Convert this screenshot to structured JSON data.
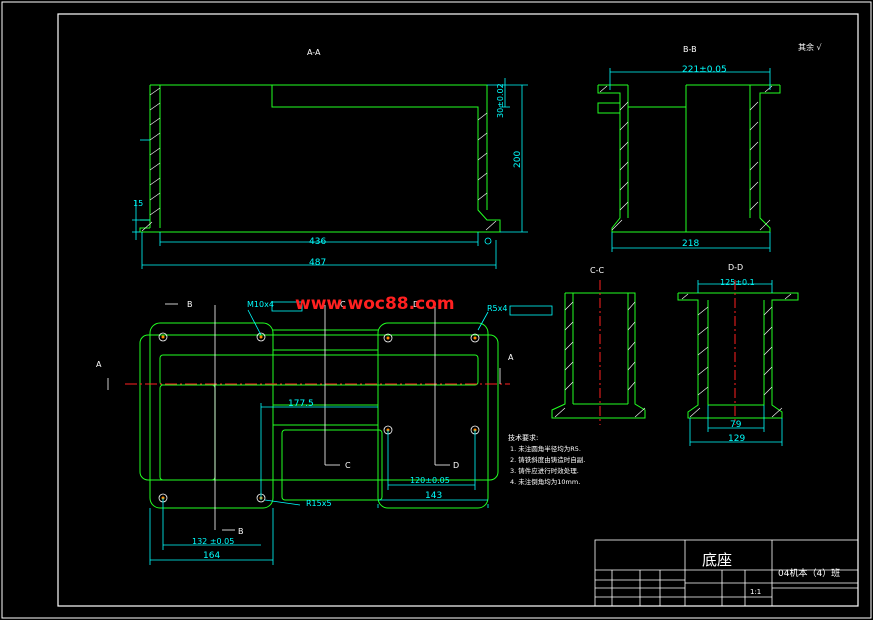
{
  "sections": {
    "aa": "A-A",
    "bb": "B-B",
    "cc": "C-C",
    "dd": "D-D",
    "cut_a_left": "A",
    "cut_a_right": "A",
    "cut_b_top": "B",
    "cut_b_bottom": "B",
    "cut_c_top": "C",
    "cut_c_bottom": "C",
    "cut_d_top": "D",
    "cut_d_bottom": "D"
  },
  "roughness_note": "其余 √",
  "watermark": "www.woc88.com",
  "dimensions": {
    "aa_height": "200",
    "aa_top": "30±0.02",
    "aa_base": "15",
    "aa_inner": "436",
    "aa_overall": "487",
    "bb_top": "221±0.05",
    "bb_bottom": "218",
    "dd_top": "125±0.1",
    "dd_inner": "79",
    "dd_bottom": "129",
    "plan_1775": "177.5",
    "plan_120": "120±0.05",
    "plan_143": "143",
    "plan_132": "132 ±0.05",
    "plan_164": "164",
    "plan_r15": "R15x5",
    "plan_r5": "R5x4",
    "plan_m10": "M10x4"
  },
  "tech_req": {
    "title": "技术要求:",
    "items": [
      "1. 未注圆角半径均为R5.",
      "2. 铸铁斜度由铸造时自副.",
      "3. 铸件应进行时效处理.",
      "4. 未注倒角均为10mm."
    ]
  },
  "title_block": {
    "part_name": "底座",
    "drawing_no": "04机本（4）班",
    "scale": "1:1"
  }
}
